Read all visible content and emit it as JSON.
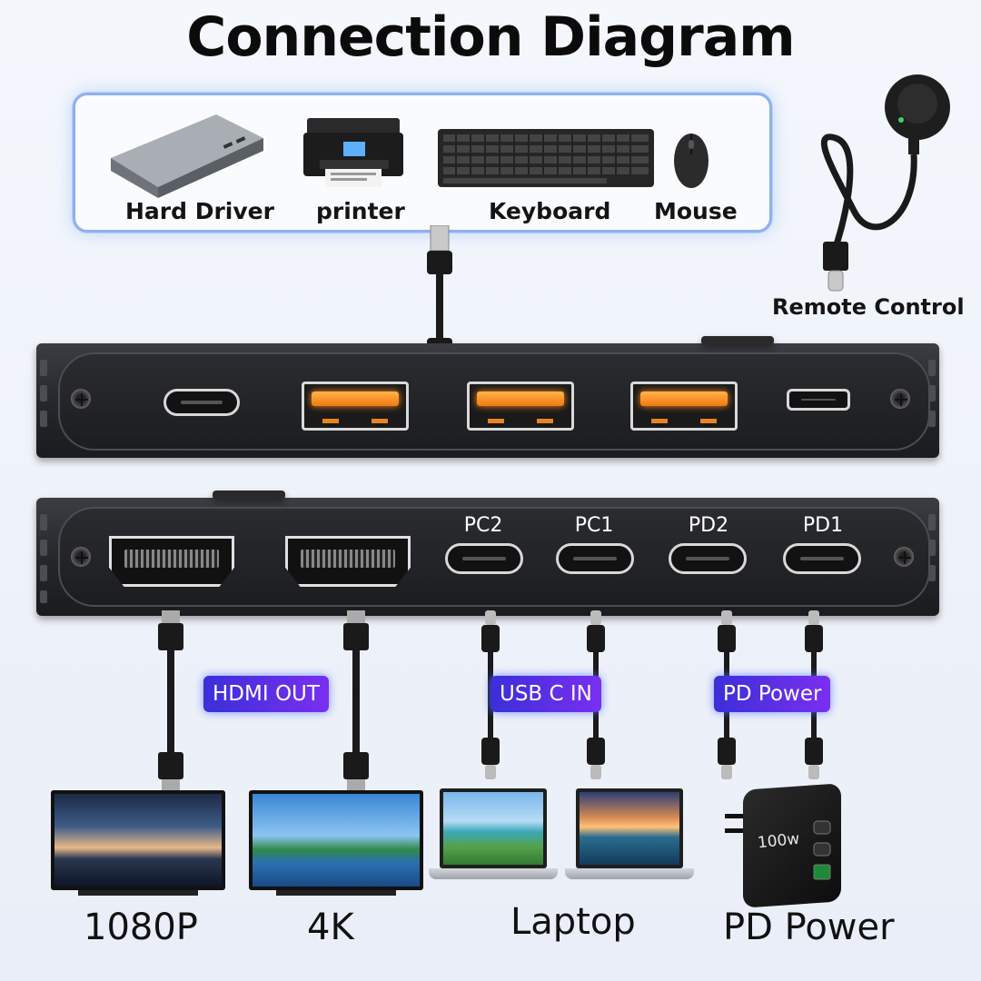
{
  "title": "Connection Diagram",
  "peripherals": [
    {
      "label": "Hard Driver",
      "icon": "hard-drive-icon"
    },
    {
      "label": "printer",
      "icon": "printer-icon"
    },
    {
      "label": "Keyboard",
      "icon": "keyboard-icon"
    },
    {
      "label": "Mouse",
      "icon": "mouse-icon"
    }
  ],
  "remote_label": "Remote Control",
  "port_labels": [
    "PC2",
    "PC1",
    "PD2",
    "PD1"
  ],
  "badges": [
    "HDMI OUT",
    "USB C IN",
    "PD Power"
  ],
  "bottom_labels": [
    "1080P",
    "4K",
    "Laptop",
    "PD Power"
  ],
  "charger_text": "100w",
  "colors": {
    "badge_start": "#3b2fd8",
    "badge_end": "#7a2ff0",
    "usb_glow": "#ff8a1c",
    "box_border": "#8fb0f0"
  }
}
